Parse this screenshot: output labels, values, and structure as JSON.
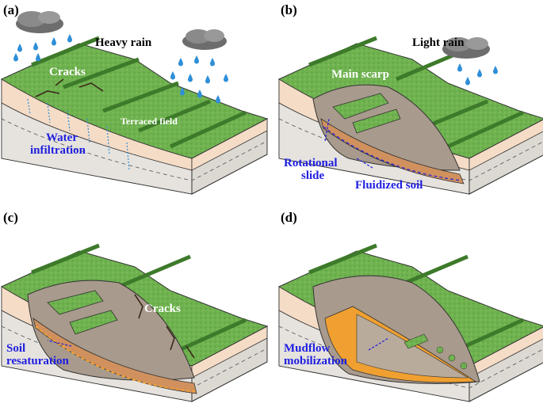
{
  "panels": {
    "a": {
      "label": "(a)",
      "rain": "Heavy rain",
      "cracks": "Cracks",
      "terraced_field": "Terraced field",
      "infiltration_1": "Water",
      "infiltration_2": "infiltration"
    },
    "b": {
      "label": "(b)",
      "rain": "Light rain",
      "main_scarp": "Main scarp",
      "rotational_1": "Rotational",
      "rotational_2": "slide",
      "fluidized": "Fluidized soil"
    },
    "c": {
      "label": "(c)",
      "cracks": "Cracks",
      "resat_1": "Soil",
      "resat_2": "resaturation"
    },
    "d": {
      "label": "(d)",
      "mudflow_1": "Mudflow",
      "mudflow_2": "mobilization"
    }
  },
  "colors": {
    "terrace_green": "#6fb24f",
    "terrace_dark": "#3d7a2a",
    "soil_face": "#f5dcc6",
    "bedrock": "#e6e3de",
    "scar": "#a89a8c",
    "fluidized": "#d0915f",
    "mudflow": "#f0a030",
    "label_blue": "#1e1ee0",
    "rain_blue": "#2f8fd8"
  }
}
